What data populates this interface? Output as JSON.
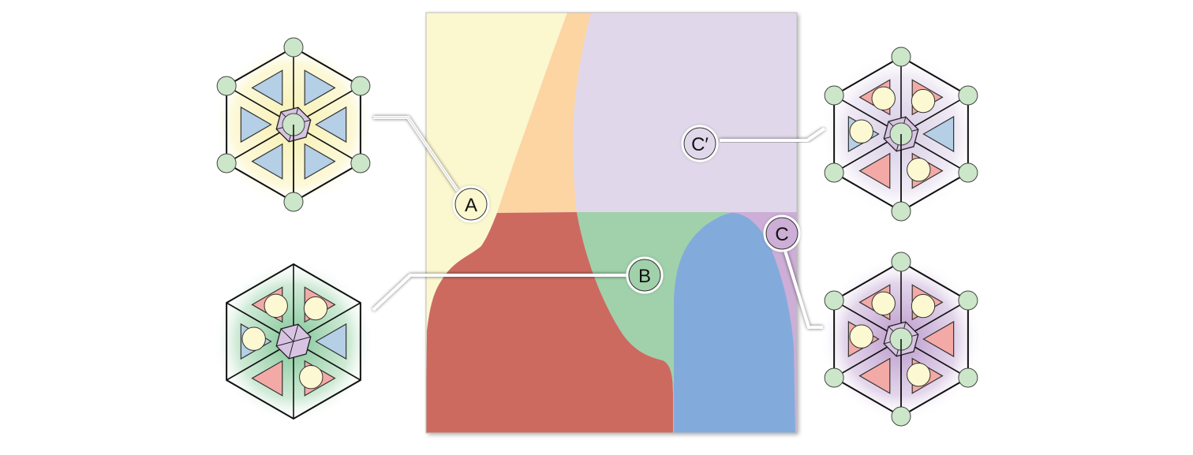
{
  "diagram": {
    "type": "phase-diagram-with-crystal-structures",
    "regions": [
      {
        "id": "yellow",
        "color": "#fbf7cf"
      },
      {
        "id": "orange",
        "color": "#fdd5a2"
      },
      {
        "id": "lavender",
        "color": "#e0d8ea"
      },
      {
        "id": "red",
        "color": "#cd6a60"
      },
      {
        "id": "green",
        "color": "#a0d1ab"
      },
      {
        "id": "blue",
        "color": "#82abdc"
      },
      {
        "id": "purple",
        "color": "#cdaed6"
      }
    ],
    "callouts": [
      {
        "id": "A",
        "label": "A",
        "fill": "#fbf7cf"
      },
      {
        "id": "B",
        "label": "B",
        "fill": "#a0d1ab"
      },
      {
        "id": "C-prime",
        "label": "C′",
        "fill": "#e0d8ea"
      },
      {
        "id": "C",
        "label": "C",
        "fill": "#cdaed6"
      }
    ],
    "structures": [
      {
        "id": "A",
        "glow": "#fbf7cf",
        "corner_spheres": true,
        "center_sphere": true,
        "tetra_colors": [
          "blue",
          "blue",
          "blue",
          "blue",
          "blue",
          "blue"
        ],
        "inner_spheres": false
      },
      {
        "id": "B",
        "glow": "#a0d1ab",
        "corner_spheres": false,
        "center_sphere": false,
        "tetra_colors": [
          "red",
          "blue",
          "red",
          "red",
          "blue",
          "red"
        ],
        "inner_spheres": true
      },
      {
        "id": "C-prime",
        "glow": "#e0d8ea",
        "corner_spheres": true,
        "center_sphere": true,
        "tetra_colors": [
          "red",
          "blue",
          "red",
          "red",
          "blue",
          "red"
        ],
        "inner_spheres": true
      },
      {
        "id": "C",
        "glow": "#cdaed6",
        "corner_spheres": true,
        "center_sphere": true,
        "tetra_colors": [
          "red",
          "red",
          "red",
          "red",
          "red",
          "red"
        ],
        "inner_spheres": true
      }
    ],
    "palette": {
      "sphere_green": "#cbe6c8",
      "sphere_yellow": "#fbf8d2",
      "tetra_blue": "#b4cfe6",
      "tetra_red": "#f3aaa6",
      "core_purple": "#d8c4e2",
      "stroke": "#111111"
    }
  }
}
